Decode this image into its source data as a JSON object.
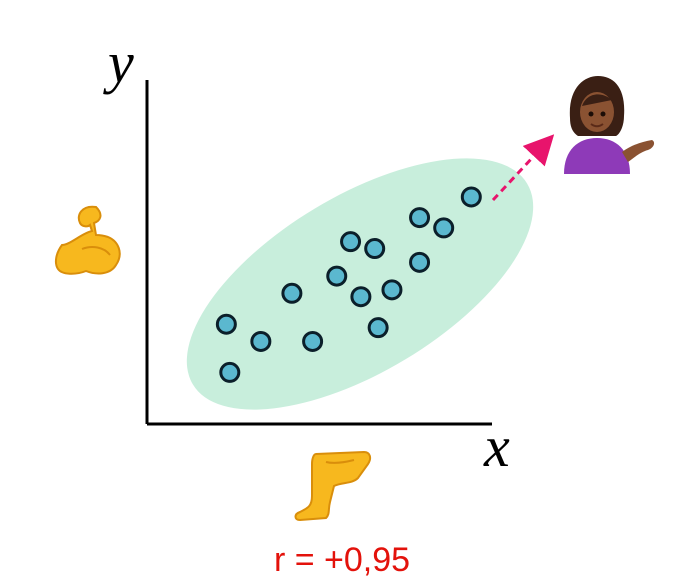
{
  "chart_data": {
    "type": "scatter",
    "xlabel": "x",
    "ylabel": "y",
    "xlim": [
      0,
      10
    ],
    "ylim": [
      0,
      10
    ],
    "grid": false,
    "annotation": "r = +0,95",
    "points": [
      {
        "x": 2.3,
        "y": 2.9
      },
      {
        "x": 2.4,
        "y": 1.5
      },
      {
        "x": 3.3,
        "y": 2.4
      },
      {
        "x": 4.2,
        "y": 3.8
      },
      {
        "x": 4.8,
        "y": 2.4
      },
      {
        "x": 5.5,
        "y": 4.3
      },
      {
        "x": 5.9,
        "y": 5.3
      },
      {
        "x": 6.2,
        "y": 3.7
      },
      {
        "x": 6.7,
        "y": 2.8
      },
      {
        "x": 6.6,
        "y": 5.1
      },
      {
        "x": 7.1,
        "y": 3.9
      },
      {
        "x": 7.9,
        "y": 4.7
      },
      {
        "x": 7.9,
        "y": 6.0
      },
      {
        "x": 8.6,
        "y": 5.7
      },
      {
        "x": 9.4,
        "y": 6.6
      }
    ]
  },
  "colors": {
    "point_fill": "#5bb8cf",
    "point_stroke": "#0b1f2a",
    "ellipse_fill": "#c8eedc",
    "arrow": "#e8146c",
    "axis": "#000000",
    "annotation": "#e3120b"
  },
  "icons": {
    "y_axis_icon": "flexed-biceps-icon",
    "x_axis_icon": "leg-icon",
    "outlier_icon": "woman-tipping-hand-icon"
  }
}
